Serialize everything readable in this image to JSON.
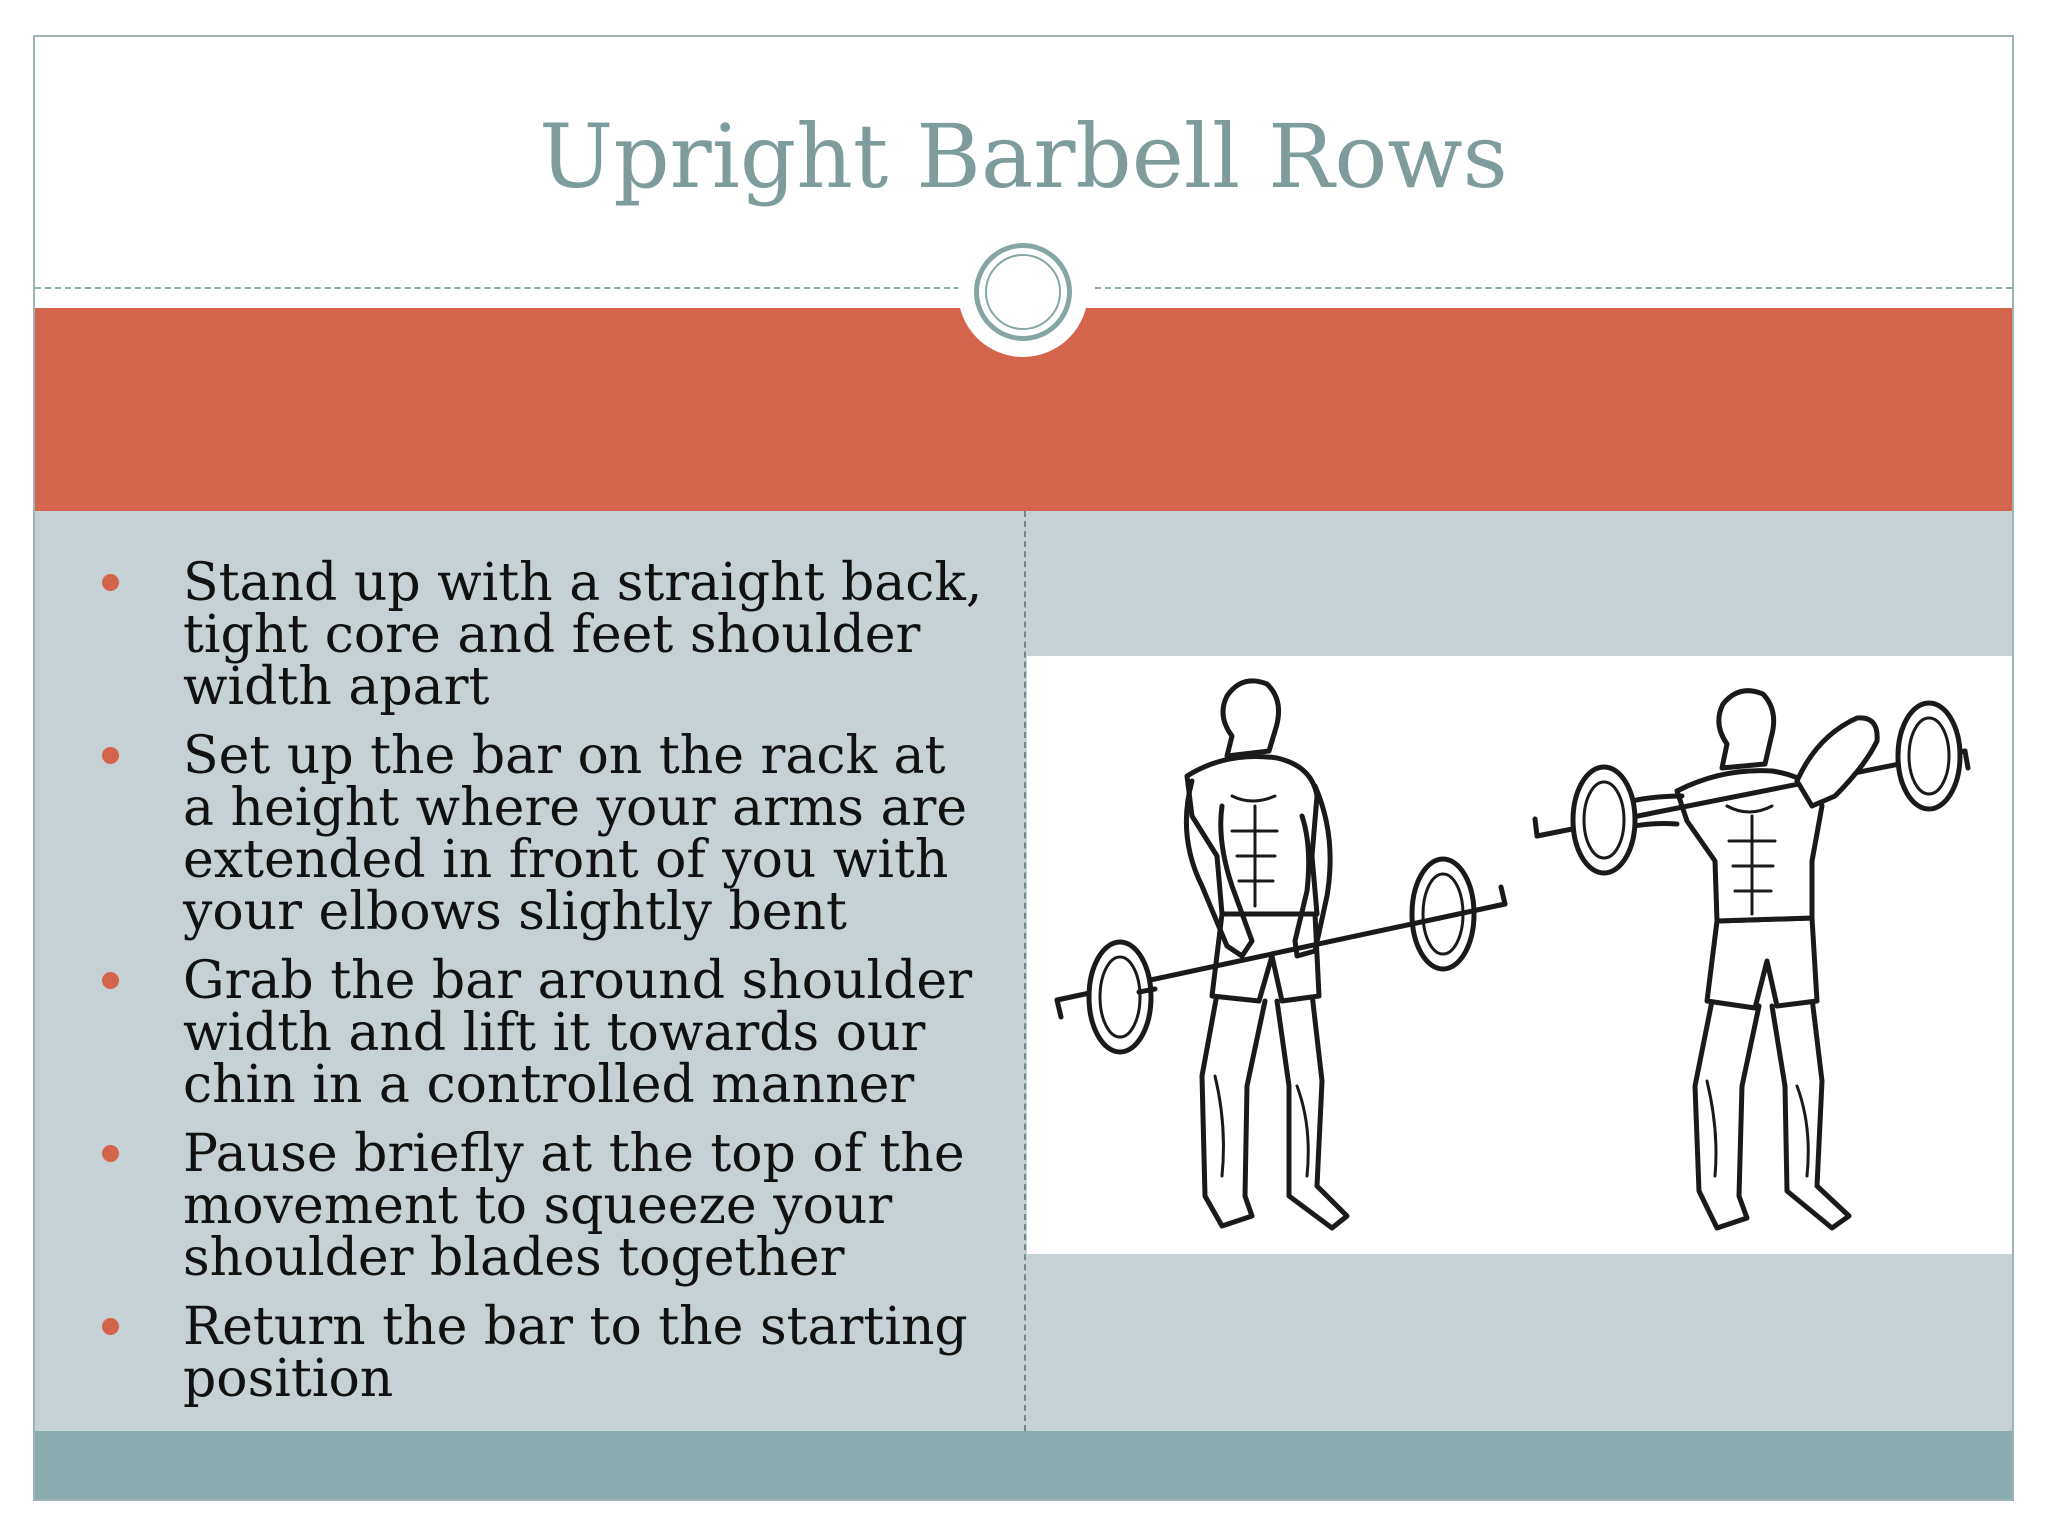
{
  "slide": {
    "title": "Upright Barbell Rows",
    "colors": {
      "accent": "#d4644b",
      "title_color": "#7f9c9c",
      "content_background": "#c5d1d5",
      "footer_band": "#8aacae"
    },
    "bullets": [
      "Stand up with a straight back, tight core and feet shoulder width apart",
      "Set up the bar on the rack at a height where your arms are extended in front of you with your elbows slightly bent",
      "Grab the bar around shoulder width and lift it towards our chin in a controlled manner",
      "Pause briefly at the top of the movement to squeeze your shoulder blades together",
      "Return the bar to the starting position"
    ],
    "illustration": "upright-barbell-row-figures"
  }
}
